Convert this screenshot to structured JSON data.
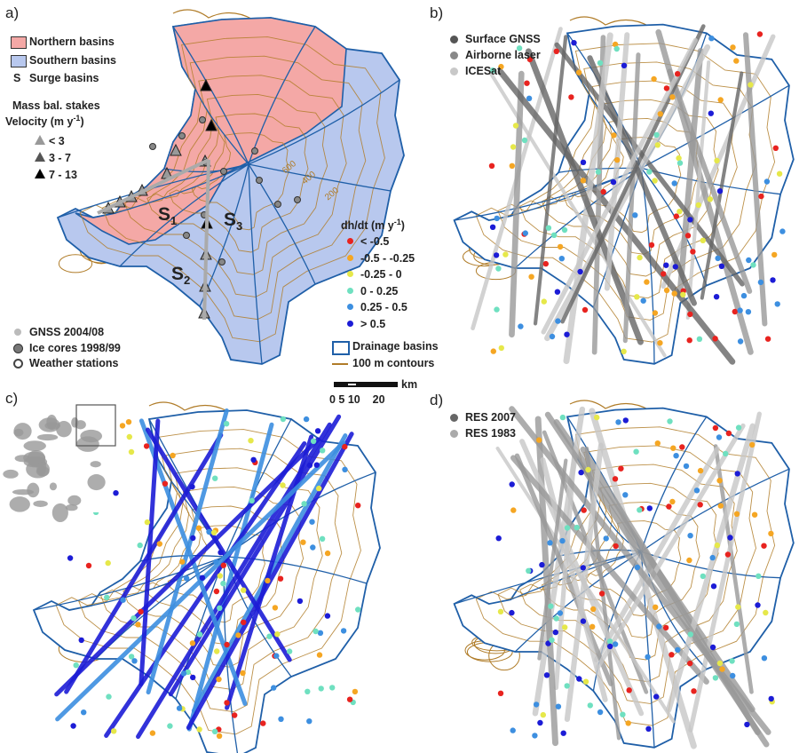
{
  "panels": {
    "a": "a)",
    "b": "b)",
    "c": "c)",
    "d": "d)"
  },
  "legend_a": {
    "northern": "Northern basins",
    "southern": "Southern basins",
    "surge_symbol": "S",
    "surge": "Surge basins",
    "stakes_title": "Mass bal. stakes",
    "velocity_title": "Velocity  (m y",
    "velocity_exp": "-1",
    "velocity_close": ")",
    "v1": "< 3",
    "v2": "3 - 7",
    "v3": "7 - 13",
    "gnss": "GNSS 2004/08",
    "cores": "Ice cores 1998/99",
    "stations": "Weather stations",
    "contour_labels": [
      "600",
      "400",
      "200"
    ],
    "s1": "S",
    "s1_sub": "1",
    "s2": "S",
    "s2_sub": "2",
    "s3": "S",
    "s3_sub": "3"
  },
  "legend_b": {
    "surface_gnss": "Surface GNSS",
    "airborne": "Airborne laser",
    "icesat": "ICESat"
  },
  "legend_center": {
    "title": "dh/dt (m y",
    "title_exp": "-1",
    "title_close": ")",
    "classes": [
      {
        "label": "< -0.5",
        "color": "#e8231f"
      },
      {
        "label": "-0.5 - -0.25",
        "color": "#f5a623"
      },
      {
        "label": "-0.25 - 0",
        "color": "#e6e84a"
      },
      {
        "label": "0 - 0.25",
        "color": "#6fe0c0"
      },
      {
        "label": "0.25 - 0.5",
        "color": "#3d8fe0"
      },
      {
        "label": "> 0.5",
        "color": "#1c1cd6"
      }
    ],
    "drainage": "Drainage basins",
    "contours": "100 m contours",
    "scale_unit": "km",
    "scale_ticks": "0 5 10    20"
  },
  "legend_d": {
    "res2007": "RES 2007",
    "res1983": "RES 1983"
  },
  "colors": {
    "north": "#f4a8a6",
    "south": "#b8c8ee",
    "basin_line": "#1f5fa8",
    "contour": "#b07c28",
    "gray_dark": "#666666",
    "gray_mid": "#999999",
    "gray_light": "#c8c8c8"
  }
}
